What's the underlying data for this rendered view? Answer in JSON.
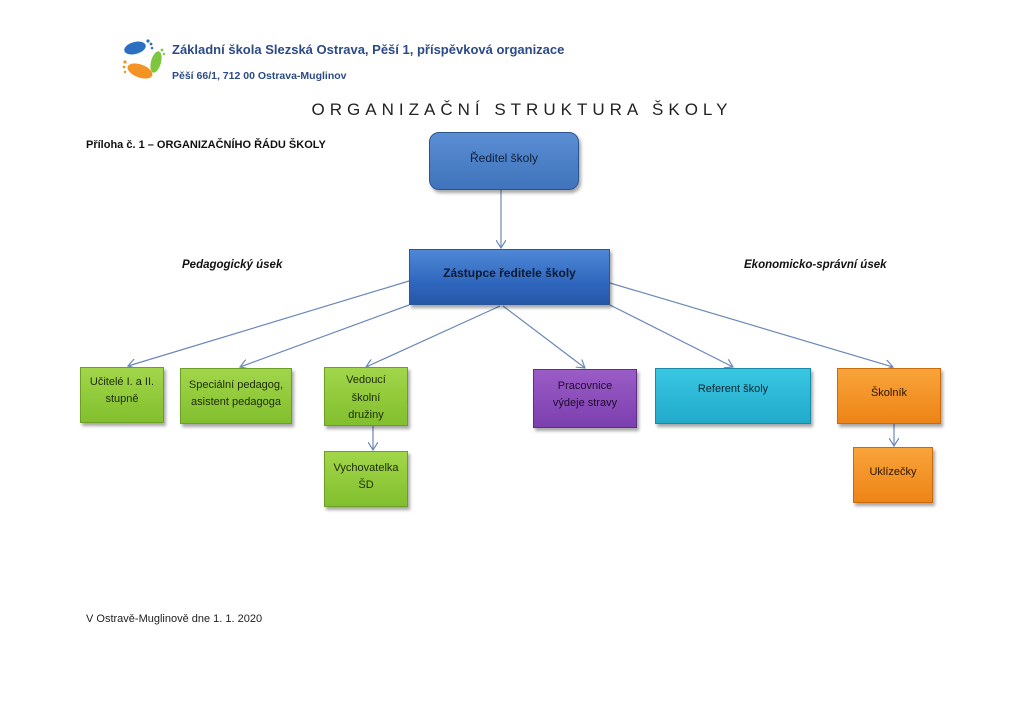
{
  "header": {
    "logo_icon": "footprints-logo-icon",
    "school_name": "Základní škola Slezská Ostrava, Pěší 1, příspěvková organizace",
    "school_address": "Pěší 66/1, 712 00 Ostrava-Muglinov"
  },
  "title": "ORGANIZAČNÍ STRUKTURA ŠKOLY",
  "annex_label": "Příloha č. 1 – ORGANIZAČNÍHO ŘÁDU ŠKOLY",
  "sections": {
    "pedagogical": "Pedagogický úsek",
    "economic": "Ekonomicko-správní úsek"
  },
  "colors": {
    "header_text": "#2c4a86",
    "director": "#4f80c6",
    "deputy": "#2f67be",
    "pedagogical_staff": "#92c83a",
    "catering": "#8a4bbb",
    "administration": "#2cb8d6",
    "maintenance": "#f39325",
    "connector": "#6a88b8"
  },
  "org": {
    "director": "Ředitel školy",
    "deputy": "Zástupce ředitele školy",
    "units": [
      {
        "id": "teachers",
        "label": "Učitelé I. a II. stupně",
        "group": "pedagogical",
        "parent": "deputy"
      },
      {
        "id": "special",
        "label": "Speciální pedagog, asistent pedagoga",
        "group": "pedagogical",
        "parent": "deputy"
      },
      {
        "id": "club-head",
        "label": "Vedoucí školní družiny",
        "group": "pedagogical",
        "parent": "deputy"
      },
      {
        "id": "club-educator",
        "label": "Vychovatelka ŠD",
        "group": "pedagogical",
        "parent": "club-head"
      },
      {
        "id": "catering",
        "label": "Pracovnice výdeje stravy",
        "group": "catering",
        "parent": "deputy"
      },
      {
        "id": "admin",
        "label": "Referent školy",
        "group": "administration",
        "parent": "deputy"
      },
      {
        "id": "caretaker",
        "label": "Školník",
        "group": "maintenance",
        "parent": "deputy"
      },
      {
        "id": "cleaners",
        "label": "Uklízečky",
        "group": "maintenance",
        "parent": "caretaker"
      }
    ]
  },
  "footer": "V Ostravě-Muglinově dne 1. 1. 2020"
}
